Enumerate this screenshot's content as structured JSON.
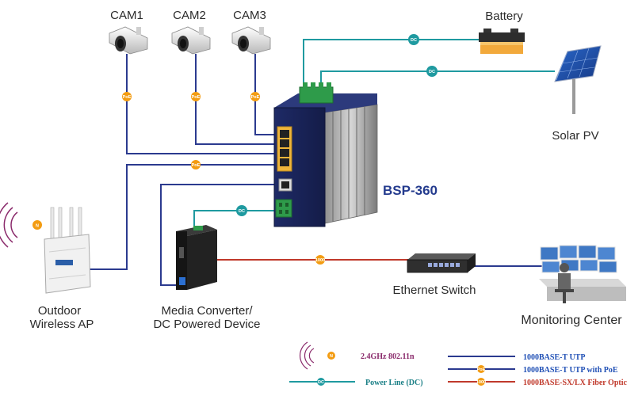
{
  "devices": {
    "cam1": "CAM1",
    "cam2": "CAM2",
    "cam3": "CAM3",
    "battery": "Battery",
    "solar": "Solar PV",
    "bsp": "BSP-360",
    "ap_line1": "Outdoor",
    "ap_line2": "Wireless AP",
    "mc_line1": "Media Converter/",
    "mc_line2": "DC Powered Device",
    "switch": "Ethernet Switch",
    "monitor": "Monitoring Center"
  },
  "tags": {
    "poe": "PoE",
    "dc": "DC",
    "fiber": "1000",
    "wifi": "N"
  },
  "legend": {
    "wifi": "2.4GHz 802.11n",
    "utp": "1000BASE-T UTP",
    "utp_poe": "1000BASE-T UTP with PoE",
    "dc": "Power Line (DC)",
    "fiber": "1000BASE-SX/LX Fiber Optic"
  },
  "colors": {
    "utp": "#2b3a8f",
    "dc": "#1f9aa0",
    "fiber": "#c0392b",
    "poe_tag": "#f39c12",
    "dc_tag": "#1f9aa0",
    "bsp_label": "#243b8e",
    "legend_wifi": "#8a2a6b",
    "legend_utp": "#1f4fb5",
    "legend_dc": "#1a7f86",
    "legend_fiber": "#c0392b"
  }
}
